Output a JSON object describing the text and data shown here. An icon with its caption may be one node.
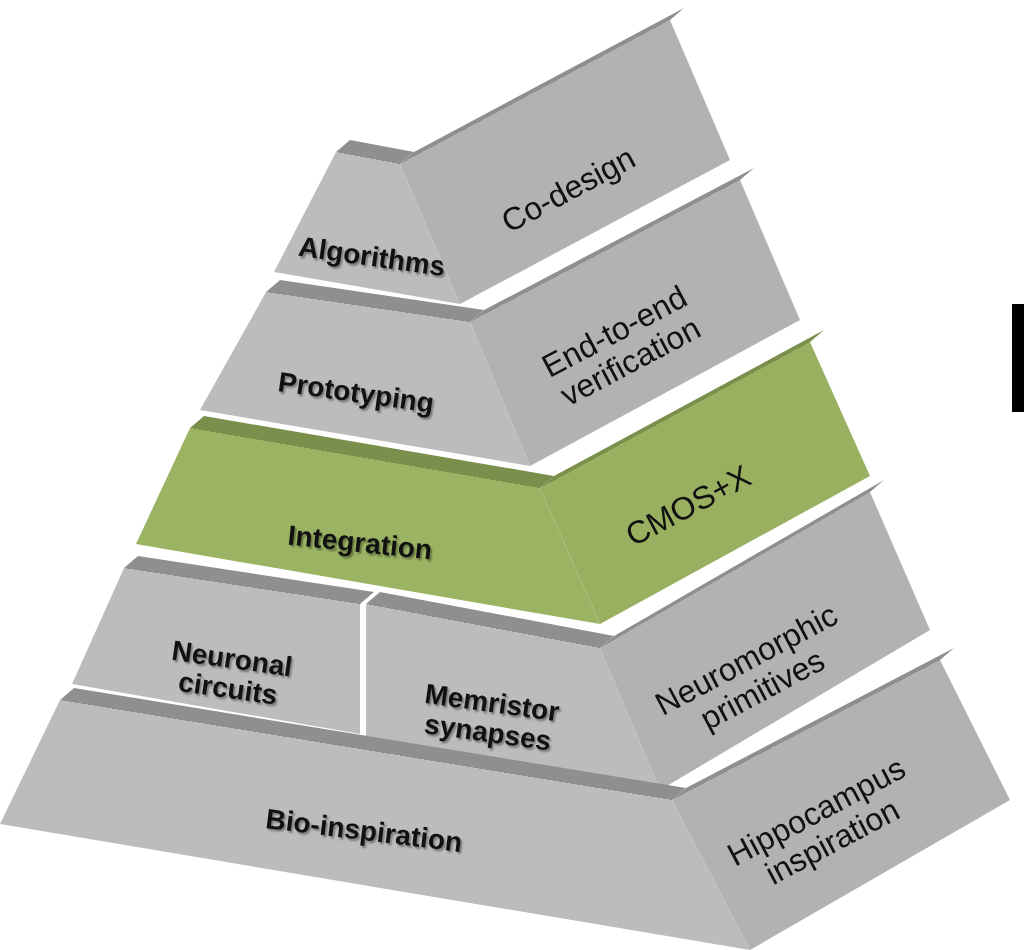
{
  "diagram": {
    "nodes": [
      {
        "text": [
          "Algorithms"
        ]
      },
      {
        "text": [
          "Co-design"
        ]
      },
      {
        "text": [
          "Prototyping"
        ]
      },
      {
        "text": [
          "End-to-end verification"
        ]
      },
      {
        "text": [
          "Integration"
        ]
      },
      {
        "text": [
          "CMOS+X"
        ]
      },
      {
        "text": [
          "Neuronal circuits"
        ]
      },
      {
        "text": [
          "Memristor synapses"
        ]
      },
      {
        "text": [
          "Neuromorphic primitives"
        ]
      },
      {
        "text": [
          "Bio-inspiration"
        ]
      },
      {
        "text": [
          "Hippocampus inspiration"
        ]
      }
    ]
  }
}
